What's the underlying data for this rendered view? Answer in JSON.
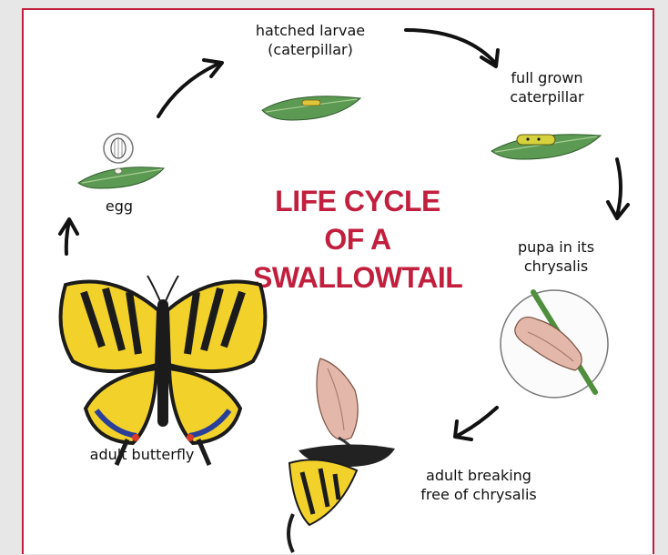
{
  "diagram": {
    "title": "LIFE CYCLE\nOF A\nSWALLOWTAIL",
    "stages": {
      "egg": "egg",
      "larvae": "hatched larvae\n(caterpillar)",
      "full_grown": "full grown\ncaterpillar",
      "pupa": "pupa in its\nchrysalis",
      "breaking_free": "adult breaking\nfree of chrysalis",
      "adult": "adult butterfly"
    },
    "colors": {
      "accent": "#c21f3e",
      "leaf": "#5c9a54",
      "wing_yellow": "#f2d22a",
      "wing_black": "#1b1b1b",
      "chrysalis": "#e3b7aa"
    }
  }
}
